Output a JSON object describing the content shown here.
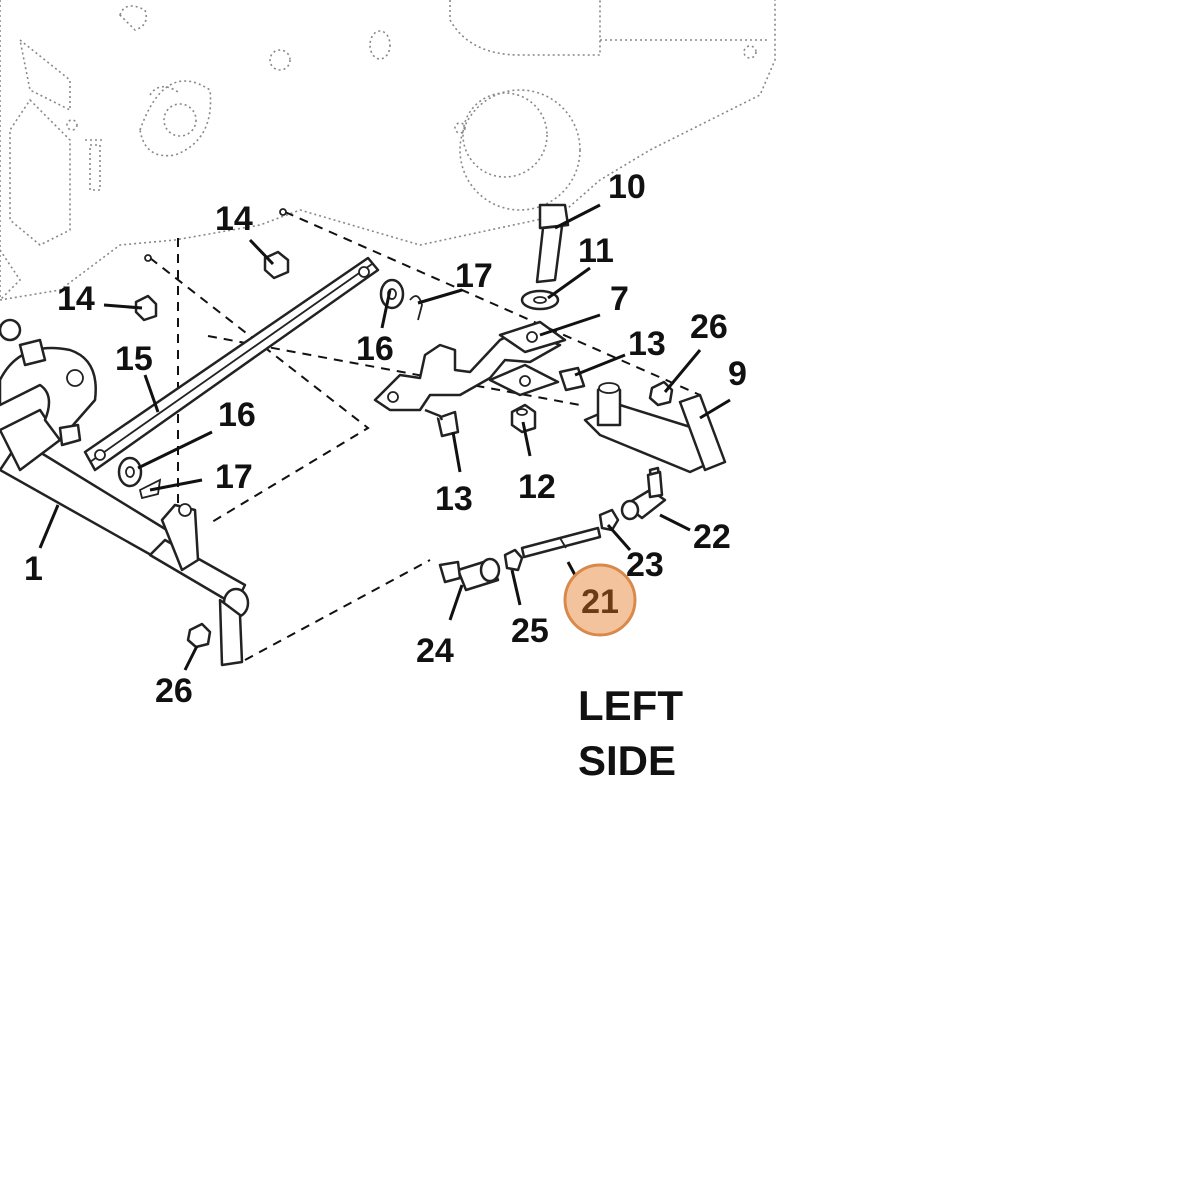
{
  "side_label": {
    "line1": "LEFT",
    "line2": "SIDE"
  },
  "highlight": {
    "part_number": "21",
    "fill_color": "#f2c39c",
    "ring_color": "#d9894a",
    "text_color": "#6b3a16"
  },
  "callouts": {
    "c1": "1",
    "c7": "7",
    "c9": "9",
    "c10": "10",
    "c11": "11",
    "c12": "12",
    "c13a": "13",
    "c13b": "13",
    "c14a": "14",
    "c14b": "14",
    "c15": "15",
    "c16a": "16",
    "c16b": "16",
    "c17a": "17",
    "c17b": "17",
    "c22": "22",
    "c23": "23",
    "c24": "24",
    "c25": "25",
    "c26a": "26",
    "c26b": "26"
  }
}
